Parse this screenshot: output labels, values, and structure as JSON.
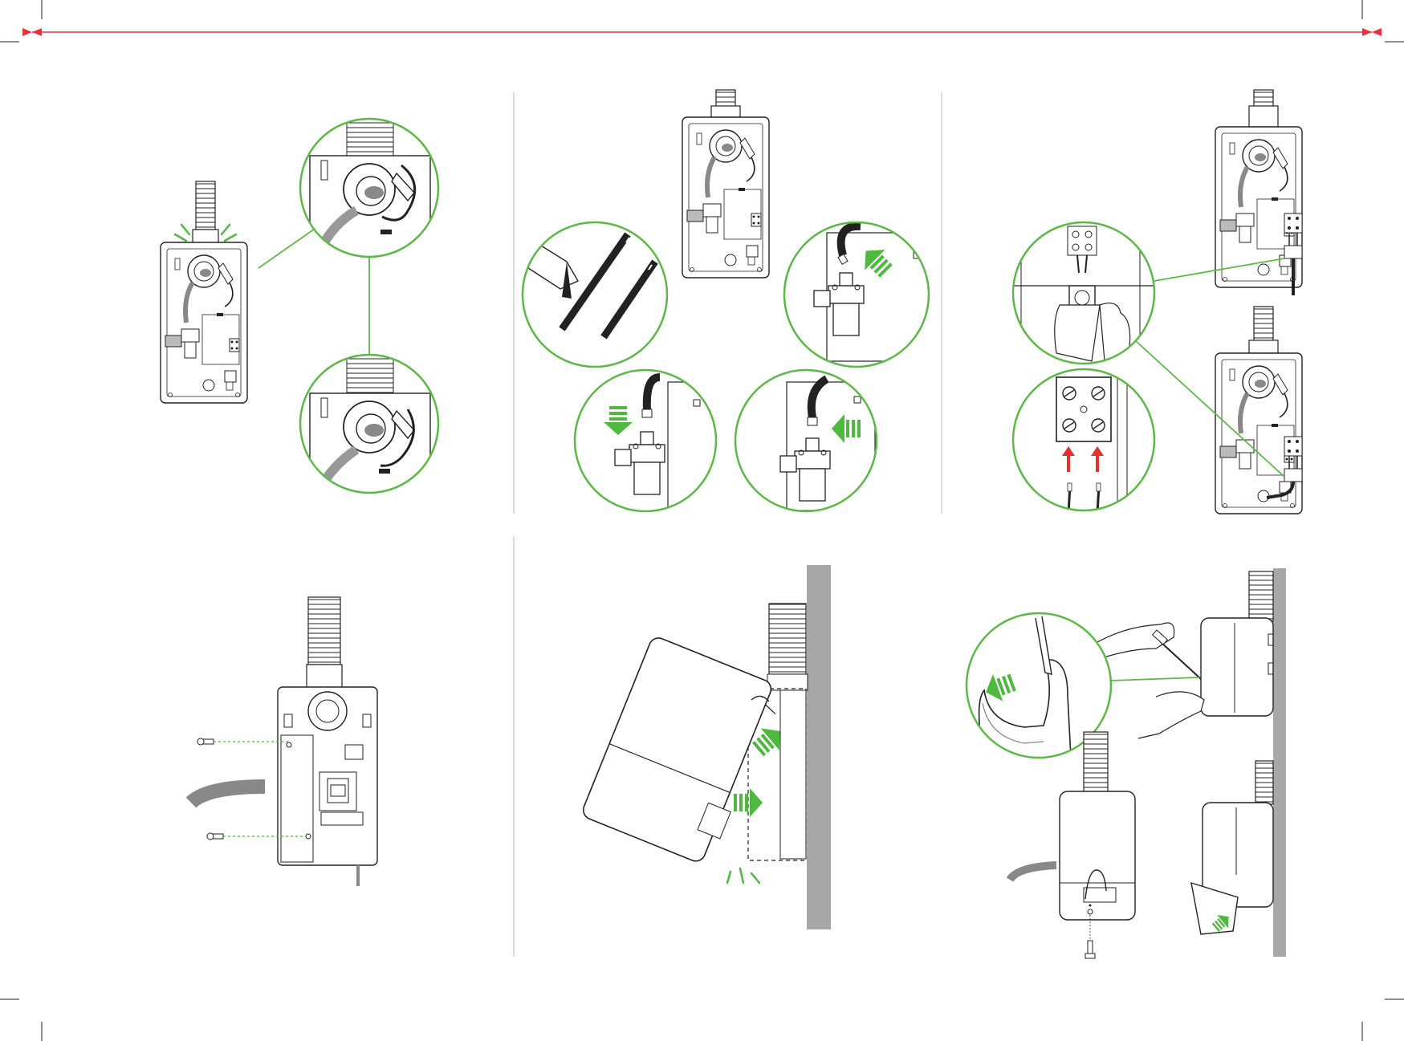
{
  "document": {
    "type": "installation-instructions",
    "captions": [],
    "colors": {
      "line": "#222222",
      "callout_ring": "#5cb946",
      "arrow_green": "#4fb83f",
      "arrow_red": "#e4312b",
      "crop_mark": "#e8313a",
      "wall": "#a7a7a7",
      "hose": "#8c8c8c",
      "divider": "#cfcfcf"
    },
    "layout": {
      "rows": 2,
      "columns": 3,
      "panels": [
        {
          "id": "panel-1",
          "content": "connect-hose",
          "callouts": 2
        },
        {
          "id": "panel-2",
          "content": "cut-and-connect-wire",
          "callouts": 4
        },
        {
          "id": "panel-3",
          "content": "terminal-block-wiring",
          "callouts": 2
        },
        {
          "id": "panel-4",
          "content": "screw-to-wall",
          "callouts": 0
        },
        {
          "id": "panel-5",
          "content": "hang-cover",
          "callouts": 0
        },
        {
          "id": "panel-6",
          "content": "secure-cover",
          "callouts": 1
        }
      ]
    },
    "icons": [
      "crop-mark-icon",
      "arrow-icon",
      "screw-icon",
      "hand-icon",
      "screwdriver-icon",
      "terminal-block-icon",
      "hose-icon",
      "unit-icon"
    ]
  }
}
